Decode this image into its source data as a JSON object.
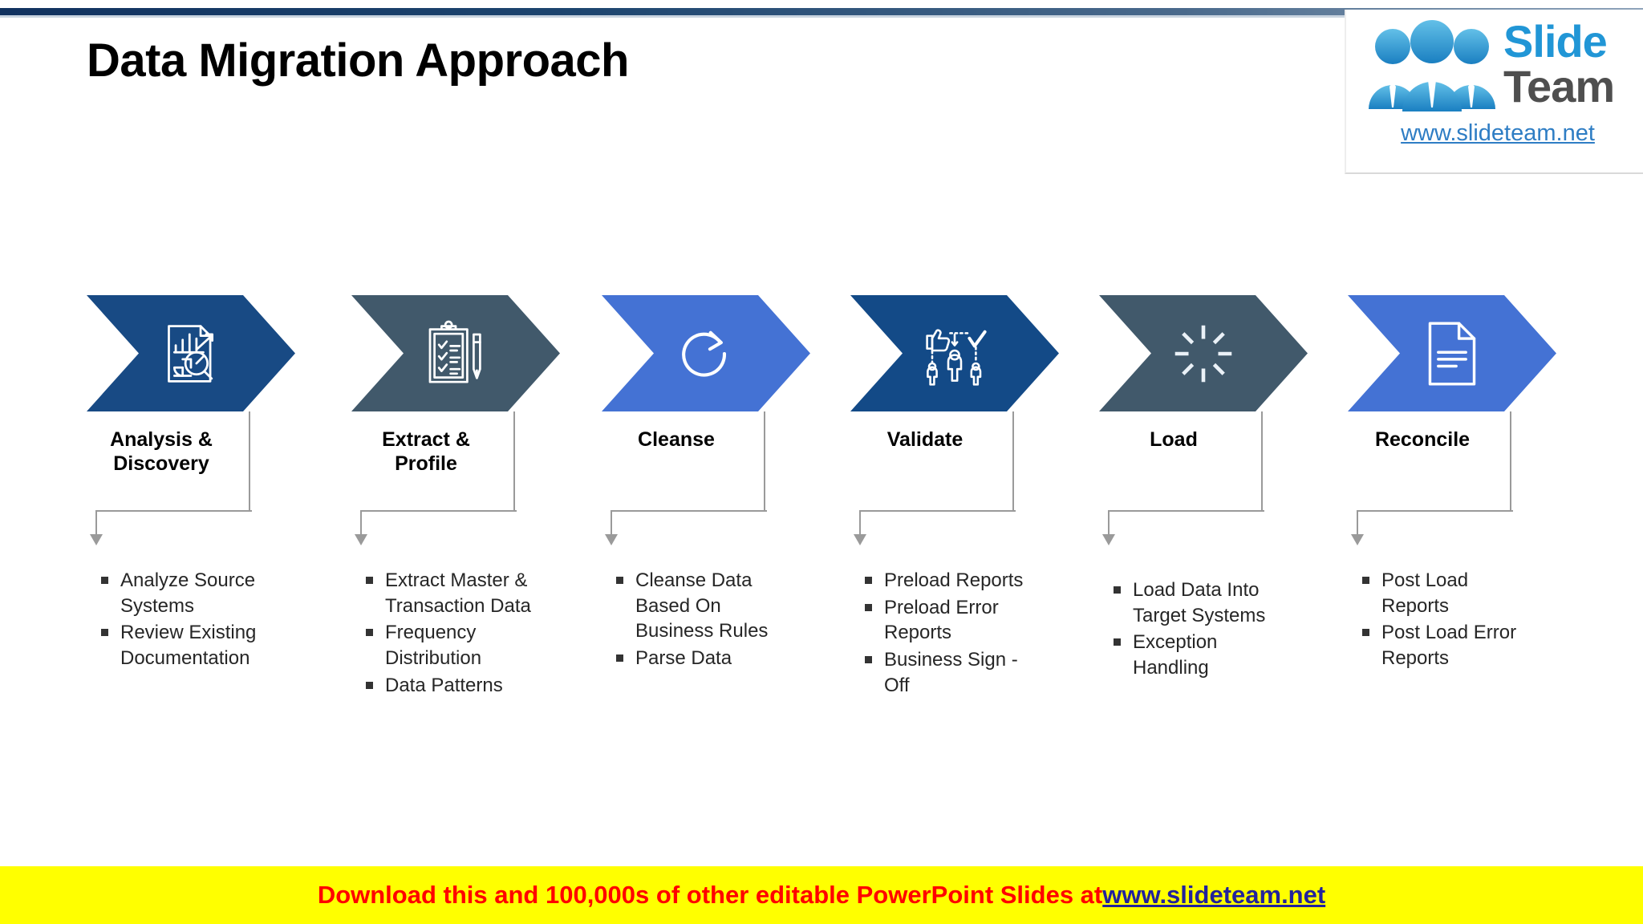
{
  "header": {
    "title": "Data Migration Approach"
  },
  "logo": {
    "brand_primary": "Slide",
    "brand_secondary": "Team",
    "url": "www.slideteam.net",
    "color_blue": "#2196d6",
    "color_gray": "#4f4f4f",
    "color_link": "#2e7dc4"
  },
  "footer": {
    "text": "Download this and 100,000s of other editable PowerPoint Slides at ",
    "link": "www.slideteam.net",
    "background": "#ffff00",
    "text_color": "#ff0000",
    "link_color": "#22229c"
  },
  "flow": {
    "steps": [
      {
        "label": "Analysis & Discovery",
        "icon": "document-chart-magnifier-icon",
        "color": "#184a84",
        "bullets": [
          "Analyze Source Systems",
          "Review Existing Documentation"
        ]
      },
      {
        "label": "Extract & Profile",
        "icon": "clipboard-checklist-pen-icon",
        "color": "#41596b",
        "bullets": [
          "Extract Master & Transaction Data",
          "Frequency Distribution",
          "Data Patterns"
        ]
      },
      {
        "label": "Cleanse",
        "icon": "refresh-circular-arrow-icon",
        "color": "#4472d4",
        "bullets": [
          "Cleanse Data Based On Business Rules",
          "Parse Data"
        ]
      },
      {
        "label": "Validate",
        "icon": "thumbs-up-people-check-icon",
        "color": "#134a87",
        "bullets": [
          "Preload Reports",
          "Preload Error Reports",
          "Business Sign - Off"
        ]
      },
      {
        "label": "Load",
        "icon": "loading-spinner-icon",
        "color": "#41596b",
        "bullets": [
          "Load Data Into Target  Systems",
          "Exception Handling"
        ]
      },
      {
        "label": "Reconcile",
        "icon": "document-page-icon",
        "color": "#4472d4",
        "bullets": [
          "Post Load Reports",
          "Post Load Error Reports"
        ]
      }
    ]
  }
}
